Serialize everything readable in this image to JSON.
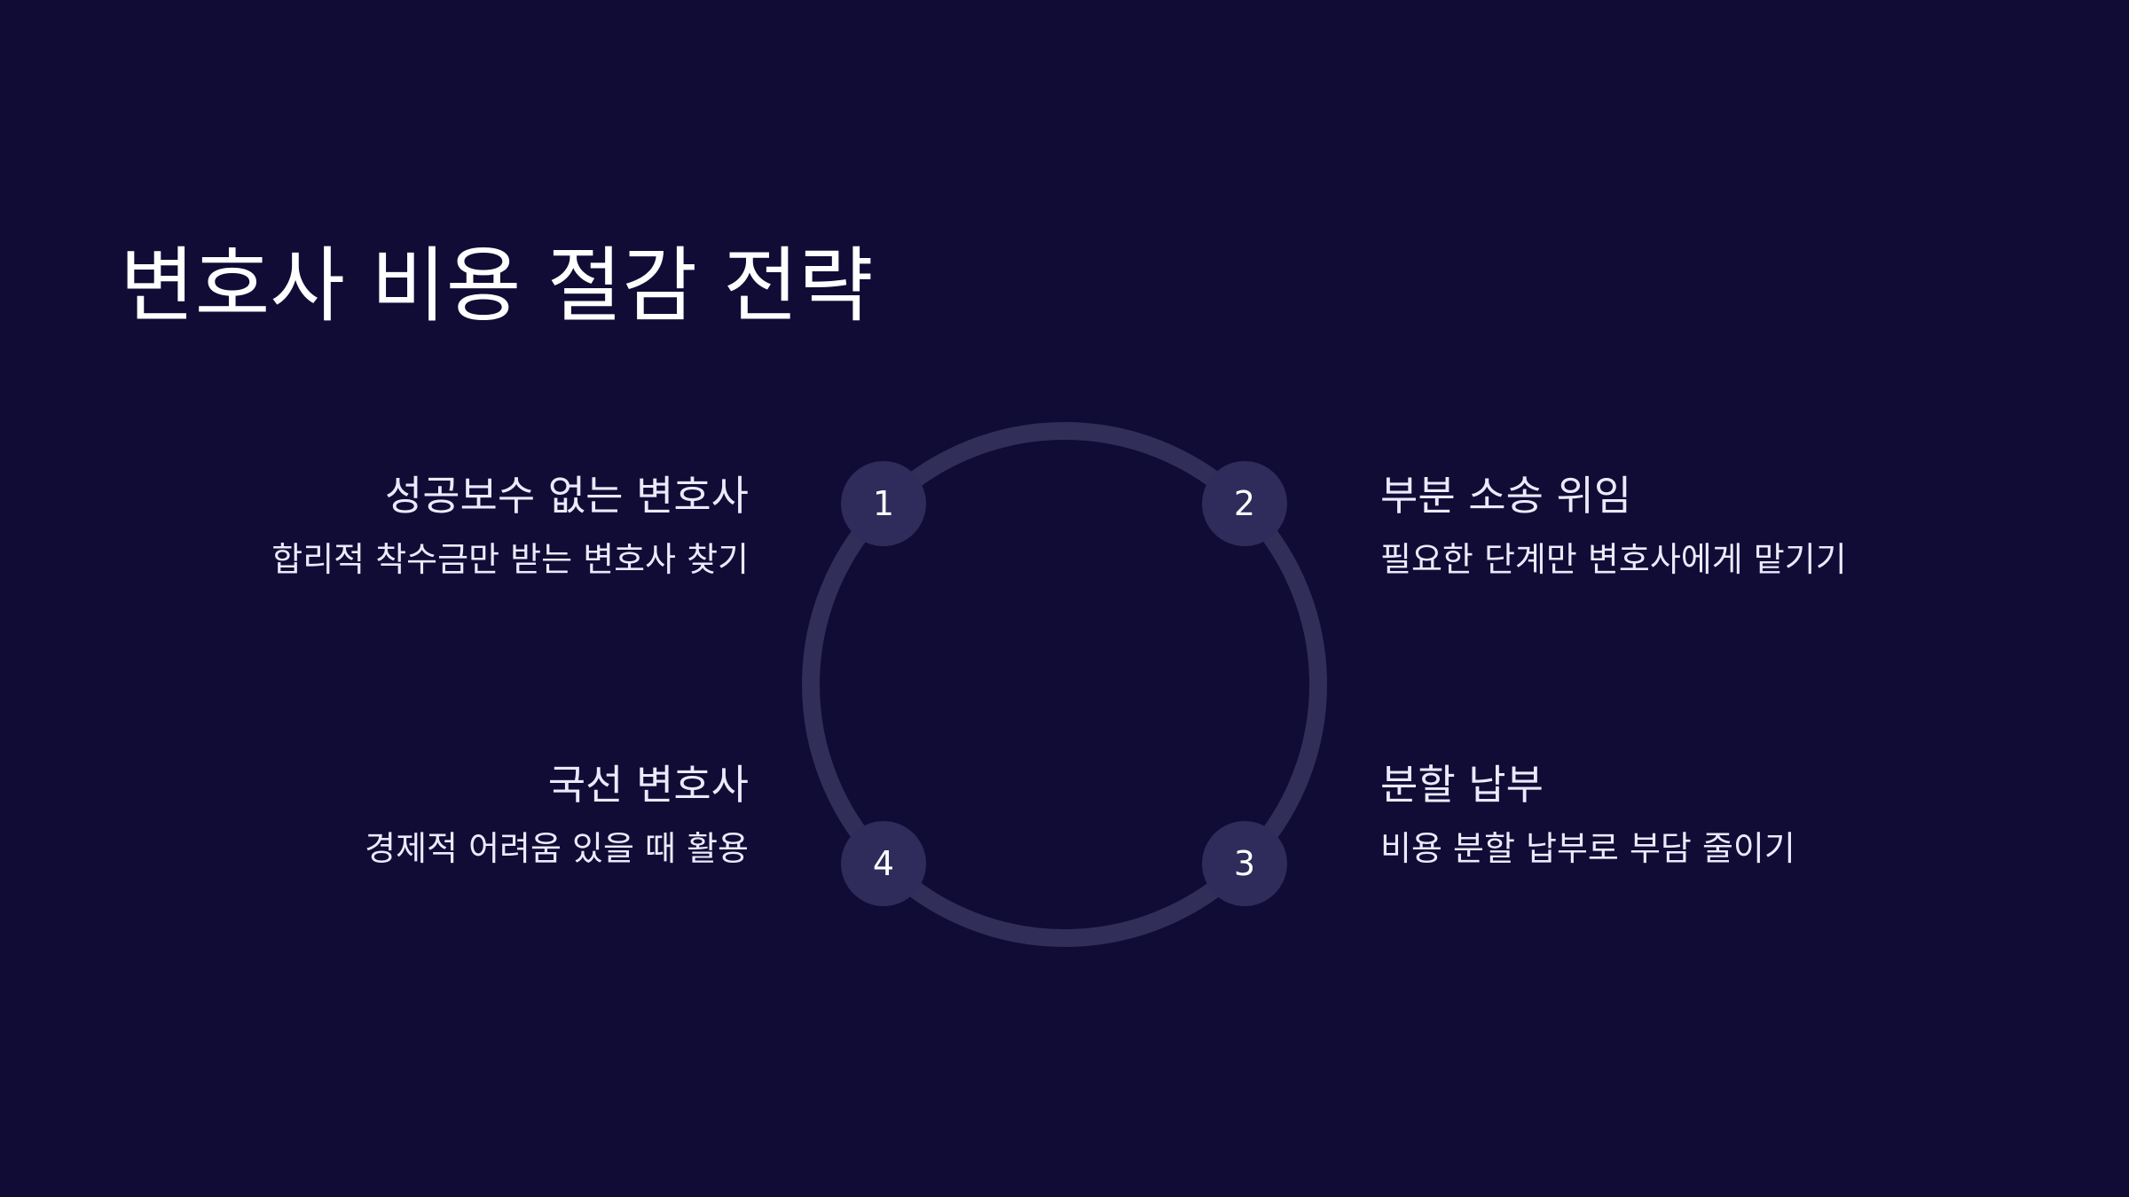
{
  "title": "변호사 비용 절감 전략",
  "colors": {
    "background": "#100c36",
    "ring": "#322e5a",
    "node_fill": "#2f2b5a",
    "node_text": "#ffffff",
    "title_text": "#ffffff",
    "item_text": "#ece9fb"
  },
  "cycle": {
    "items": [
      {
        "number": "1",
        "title": "성공보수 없는 변호사",
        "description": "합리적 착수금만 받는 변호사 찾기"
      },
      {
        "number": "2",
        "title": "부분 소송 위임",
        "description": "필요한 단계만 변호사에게 맡기기"
      },
      {
        "number": "3",
        "title": "분할 납부",
        "description": "비용 분할 납부로 부담 줄이기"
      },
      {
        "number": "4",
        "title": "국선 변호사",
        "description": "경제적 어려움 있을 때 활용"
      }
    ]
  }
}
